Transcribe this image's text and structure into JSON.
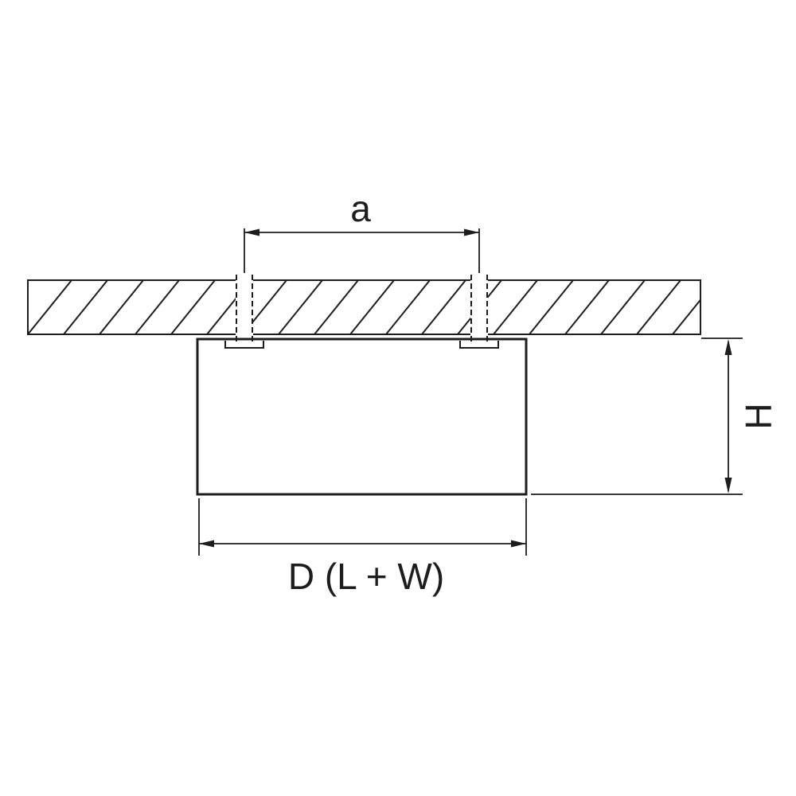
{
  "diagram": {
    "labels": {
      "mounting_distance": "a",
      "height": "H",
      "width": "D (L + W)"
    },
    "line_color": "#1d1d1b",
    "background_color": "#ffffff"
  }
}
